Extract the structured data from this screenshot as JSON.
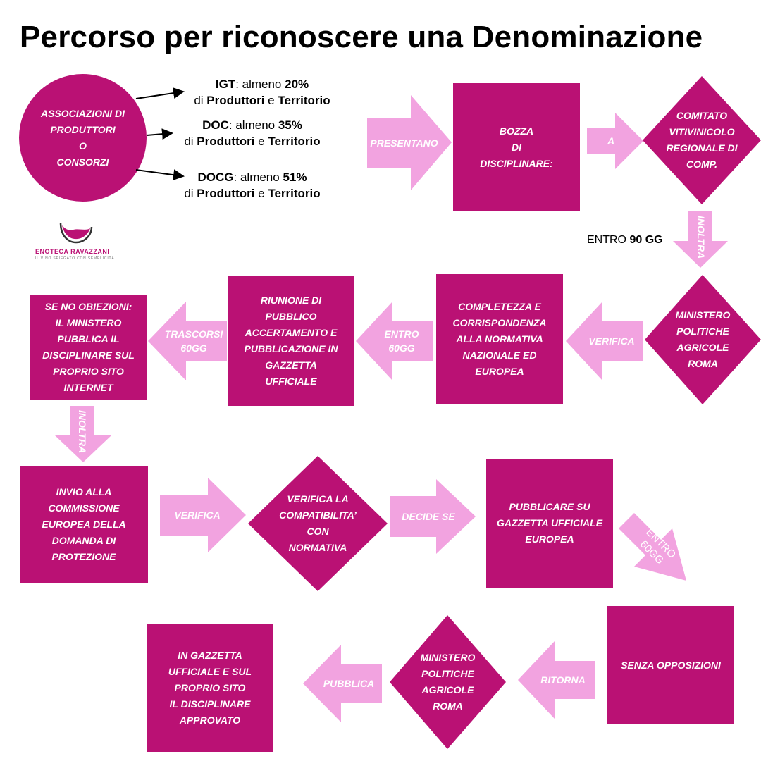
{
  "title": "Percorso per riconoscere una Denominazione",
  "colors": {
    "primary": "#ba1174",
    "arrow": "#f2a3e0",
    "text": "#000000"
  },
  "brand": {
    "name": "ENOTECA RAVAZZANI",
    "tagline": "IL VINO SPIEGATO CON SEMPLICITÀ",
    "icon": "wine-glass-logo-icon"
  },
  "start": {
    "text": "ASSOCIAZIONI DI\nPRODUTTORI\nO\nCONSORZI"
  },
  "requirements": [
    {
      "name": "IGT",
      "pre": ": almeno ",
      "percent": "20%",
      "line2_pre": "di ",
      "producers": "Produttori",
      "and": " e ",
      "territory": "Territorio"
    },
    {
      "name": "DOC",
      "pre": ": almeno ",
      "percent": "35%",
      "line2_pre": "di ",
      "producers": "Produttori",
      "and": " e ",
      "territory": "Territorio"
    },
    {
      "name": "DOCG",
      "pre": ": almeno ",
      "percent": "51%",
      "line2_pre": "di ",
      "producers": "Produttori",
      "and": " e ",
      "territory": "Territorio"
    }
  ],
  "entro90": {
    "pre": "ENTRO ",
    "value": "90 GG"
  },
  "nodes": {
    "bozza": "BOZZA\nDI\nDISCIPLINARE:",
    "comitato": "COMITATO\nVITIVINICOLO\nREGIONALE DI\nCOMP.",
    "ministero1": "MINISTERO\nPOLITICHE\nAGRICOLE\nROMA",
    "completezza": "COMPLETEZZA E\nCORRISPONDENZA\nALLA NORMATIVA\nNAZIONALE ED\nEUROPEA",
    "riunione": "RIUNIONE DI\nPUBBLICO\nACCERTAMENTO E\nPUBBLICAZIONE IN\nGAZZETTA\nUFFICIALE",
    "senoobiezioni": "SE NO OBIEZIONI:\nIL MINISTERO\nPUBBLICA IL\nDISCIPLINARE SUL\nPROPRIO SITO\nINTERNET",
    "invio": "INVIO ALLA\nCOMMISSIONE\nEUROPEA DELLA\nDOMANDA DI\nPROTEZIONE",
    "verificacompat": "VERIFICA LA\nCOMPATIBILITA’\nCON\nNORMATIVA",
    "pubblicaregue": "PUBBLICARE SU\nGAZZETTA UFFICIALE\nEUROPEA",
    "senzaopposizioni": "SENZA OPPOSIZIONI",
    "ministero2": "MINISTERO\nPOLITICHE\nAGRICOLE\nROMA",
    "gazzetta": "IN GAZZETTA\nUFFICIALE E SUL\nPROPRIO SITO\nIL DISCIPLINARE\nAPPROVATO"
  },
  "arrows": {
    "presentano": "PRESENTANO",
    "a": "A",
    "inoltra1": "INOLTRA",
    "verifica1": "VERIFICA",
    "entro60_1": "ENTRO\n60GG",
    "trascorsi": "TRASCORSI\n60GG",
    "inoltra2": "INOLTRA",
    "verifica2": "VERIFICA",
    "decidese": "DECIDE SE",
    "entro60_2": "ENTRO\n60GG",
    "ritorna": "RITORNA",
    "pubblica": "PUBBLICA"
  }
}
